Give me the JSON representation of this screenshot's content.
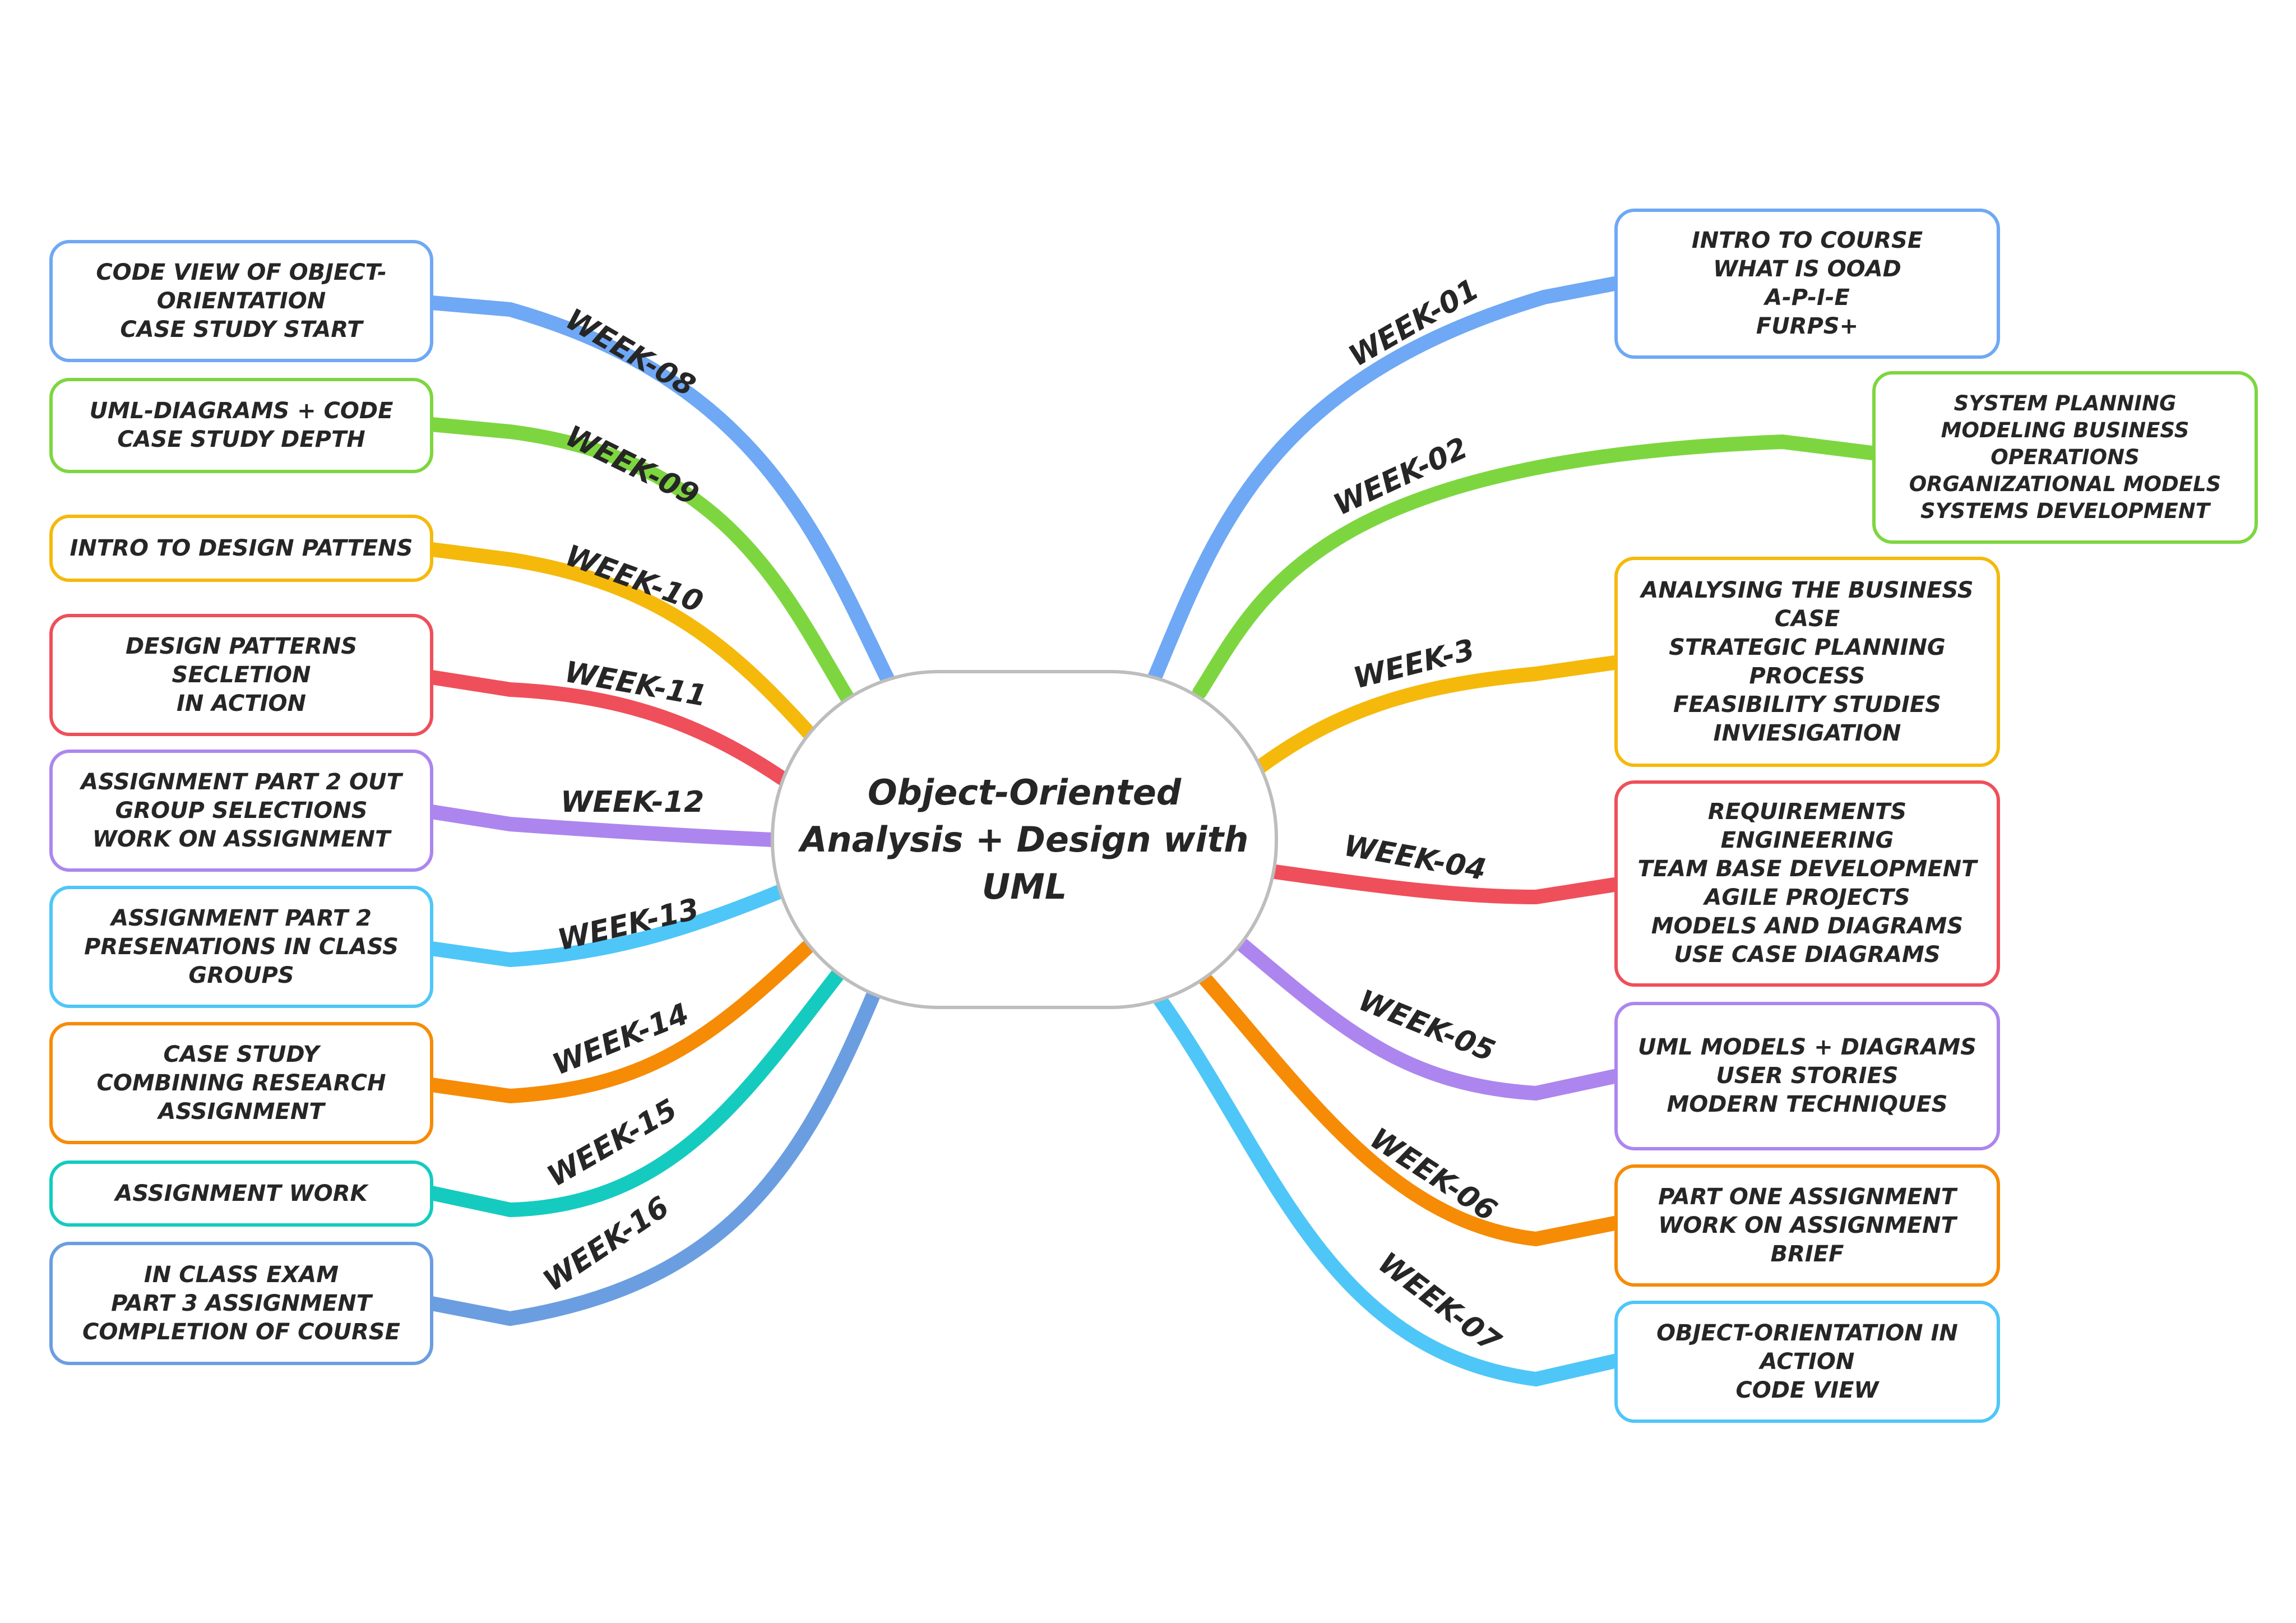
{
  "title": "Object-Oriented Analysis + Design with UML",
  "colors": {
    "blue": "#6fa8f5",
    "green": "#7dd63f",
    "yellow": "#f5b90c",
    "red": "#ef4f5a",
    "purple": "#ac86ee",
    "cyan": "#4fc6f8",
    "orange": "#f68b06",
    "teal": "#15cbbf",
    "navy": "#6b9ee0"
  },
  "branches": {
    "week01": {
      "label": "WEEK-01",
      "text": "INTRO TO COURSE\nWHAT IS OOAD\nA-P-I-E\nFURPS+",
      "color": "#6fa8f5"
    },
    "week02": {
      "label": "WEEK-02",
      "text": "SYSTEM PLANNING\nMODELING BUSINESS\nOPERATIONS\nORGANIZATIONAL MODELS\nSYSTEMS DEVELOPMENT",
      "color": "#7dd63f"
    },
    "week03": {
      "label": "WEEK-3",
      "text": "ANALYSING THE BUSINESS\nCASE\nSTRATEGIC PLANNING\nPROCESS\nFEASIBILITY STUDIES\nINVIESIGATION",
      "color": "#f5b90c"
    },
    "week04": {
      "label": "WEEK-04",
      "text": "REQUIREMENTS\nENGINEERING\nTEAM BASE DEVELOPMENT\nAGILE PROJECTS\nMODELS AND DIAGRAMS\nUSE CASE DIAGRAMS",
      "color": "#ef4f5a"
    },
    "week05": {
      "label": "WEEK-05",
      "text": "UML MODELS + DIAGRAMS\nUSER STORIES\nMODERN TECHNIQUES",
      "color": "#ac86ee"
    },
    "week06": {
      "label": "WEEK-06",
      "text": "PART ONE ASSIGNMENT\nWORK ON ASSIGNMENT\nBRIEF",
      "color": "#f68b06"
    },
    "week07": {
      "label": "WEEK-07",
      "text": "OBJECT-ORIENTATION IN\nACTION\nCODE VIEW",
      "color": "#4fc6f8"
    },
    "week08": {
      "label": "WEEK-08",
      "text": "CODE VIEW OF OBJECT-\nORIENTATION\nCASE STUDY START",
      "color": "#6fa8f5"
    },
    "week09": {
      "label": "WEEK-09",
      "text": "UML-DIAGRAMS + CODE\nCASE STUDY DEPTH",
      "color": "#7dd63f"
    },
    "week10": {
      "label": "WEEK-10",
      "text": "INTRO TO DESIGN PATTENS",
      "color": "#f5b90c"
    },
    "week11": {
      "label": "WEEK-11",
      "text": "DESIGN PATTERNS\nSECLETION\nIN ACTION",
      "color": "#ef4f5a"
    },
    "week12": {
      "label": "WEEK-12",
      "text": "ASSIGNMENT PART 2 OUT\nGROUP SELECTIONS\nWORK ON ASSIGNMENT",
      "color": "#ac86ee"
    },
    "week13": {
      "label": "WEEK-13",
      "text": "ASSIGNMENT PART 2\nPRESENATIONS IN CLASS\nGROUPS",
      "color": "#4fc6f8"
    },
    "week14": {
      "label": "WEEK-14",
      "text": "CASE STUDY\nCOMBINING RESEARCH\nASSIGNMENT",
      "color": "#f68b06"
    },
    "week15": {
      "label": "WEEK-15",
      "text": "ASSIGNMENT WORK",
      "color": "#15cbbf"
    },
    "week16": {
      "label": "WEEK-16",
      "text": "IN CLASS EXAM\nPART 3 ASSIGNMENT\nCOMPLETION OF COURSE",
      "color": "#6b9ee0"
    }
  }
}
